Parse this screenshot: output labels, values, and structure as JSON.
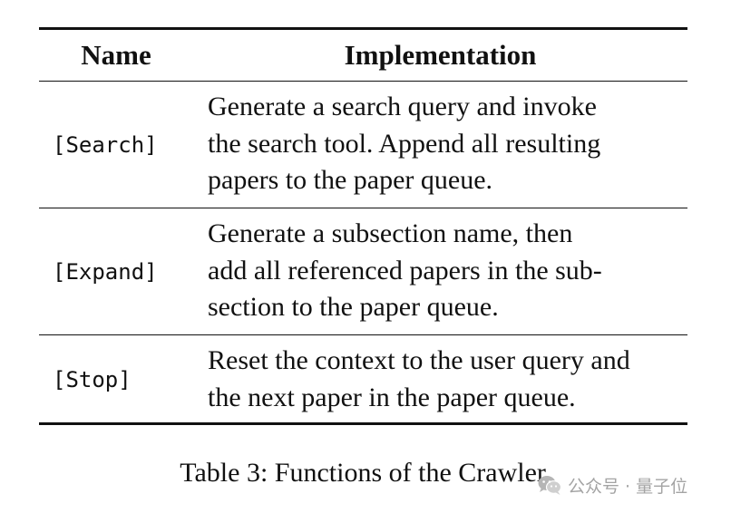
{
  "table": {
    "headers": {
      "name": "Name",
      "implementation": "Implementation"
    },
    "rows": [
      {
        "name": "[Search]",
        "implementation_lines": [
          "Generate a search query and invoke",
          "the search tool. Append all resulting",
          "papers to the paper queue."
        ]
      },
      {
        "name": "[Expand]",
        "implementation_lines": [
          "Generate a subsection name, then",
          "add all referenced papers in the sub-",
          "section to the paper queue."
        ]
      },
      {
        "name": "[Stop]",
        "implementation_lines": [
          "Reset the context to the user query and",
          "the next paper in the paper queue."
        ]
      }
    ]
  },
  "caption": "Table 3: Functions of the Crawler.",
  "watermark": {
    "text": "公众号 · 量子位",
    "icon": "wechat-icon"
  }
}
